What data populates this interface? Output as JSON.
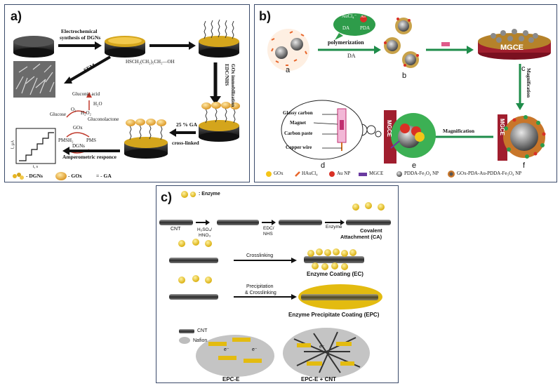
{
  "panel_a": {
    "label": "a)",
    "step1": "Electrochemical",
    "step1b": "synthesis of DGNs",
    "sem": "SEM",
    "cysteamine": "HSCH₂(CH₂)₅CH₂—OH",
    "edc": "EDC/NHS",
    "gox_immob": "GOx immobilization",
    "crosslink1": "25 % GA",
    "crosslink2": "cross-linked",
    "amperometric": "Amperometric responce",
    "gluconic": "Gluconic acid",
    "h2o": "H₂O",
    "glucose": "Glucose",
    "o2": "O₂",
    "h2o2": "H₂O₂",
    "gluconolactone": "Gluconolactone",
    "goxs": "GOx",
    "pmsh2": "PMSH₂",
    "pms": "PMS",
    "dgns": "DGNs",
    "ylabel": "I, μA",
    "xlabel": "t, s",
    "legend_dgns": "- DGNs",
    "legend_gox": "- GOx",
    "legend_ga": "= - GA"
  },
  "panel_b": {
    "label": "b)",
    "aucl": "AuCl₄⁻",
    "au": "Au",
    "da": "DA",
    "pda": "PDA",
    "polymerization": "polymerization",
    "da2": "DA",
    "mgce": "MGCE",
    "magnification": "Magnification",
    "magnification2": "Magnification",
    "glassy_carbon": "Glassy carbon",
    "magnet": "Magnet",
    "carbon_paste": "Carbon paste",
    "copper_wire": "Copper wire",
    "sublabels": [
      "a",
      "b",
      "c",
      "d",
      "e",
      "f"
    ],
    "legend": [
      "GOx",
      "HAuCl₄",
      "Au NP",
      "MGCE",
      "PDDA-Fe₃O₄ NP",
      "GOx-PDA-Au-PDDA-Fe₃O₄ NP"
    ]
  },
  "panel_c": {
    "label": "c)",
    "enzyme_legend": ": Enzyme",
    "cnt": "CNT",
    "acid": "H₂SO₄/",
    "acid2": "HNO₃",
    "edc": "EDC/",
    "nhs": "NHS",
    "enzyme": "Enzyme",
    "covalent": "Covalent",
    "attachment": "Attachment (CA)",
    "crosslinking": "Crosslinking",
    "ec": "Enzyme Coating (EC)",
    "precip1": "Precipitation",
    "precip2": "& Crosslinking",
    "epc": "Enzyme Precipitate Coating (EPC)",
    "leg_cnt": "CNT",
    "leg_nafion": "Nafion",
    "epce": "EPC-E",
    "epce_cnt": "EPC-E  + CNT",
    "electron": "e⁻"
  }
}
